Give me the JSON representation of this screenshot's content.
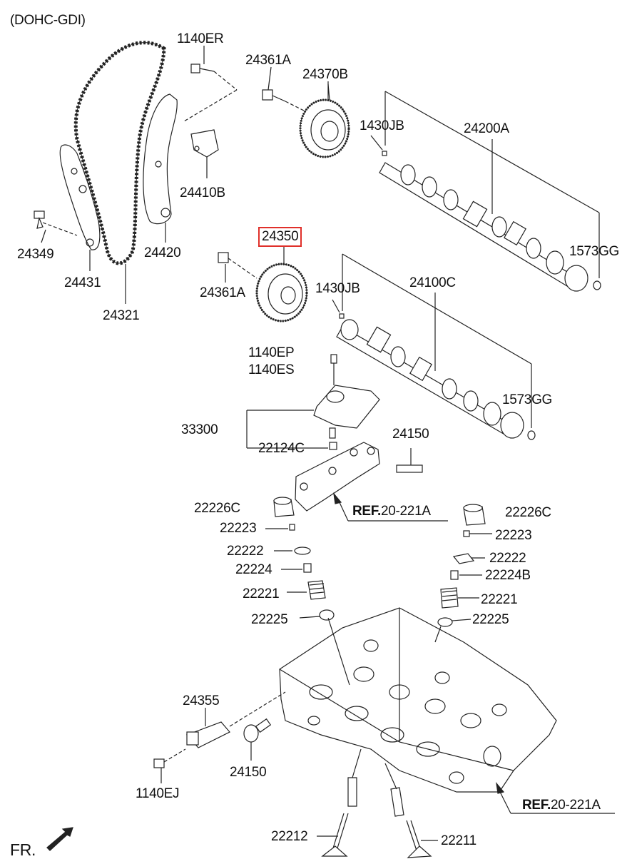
{
  "header": {
    "engine_note": "(DOHC-GDI)"
  },
  "footer": {
    "front_label": "FR."
  },
  "highlight_color": "#e0302a",
  "parts": {
    "p1140ER": "1140ER",
    "p24361A_top": "24361A",
    "p24370B": "24370B",
    "p1430JB_top": "1430JB",
    "p24200A": "24200A",
    "p24410B": "24410B",
    "p24349": "24349",
    "p24420": "24420",
    "p24431": "24431",
    "p24321": "24321",
    "p1573GG_top": "1573GG",
    "p24350": "24350",
    "p24361A_mid": "24361A",
    "p1430JB_mid": "1430JB",
    "p24100C": "24100C",
    "p1140EP": "1140EP",
    "p1140ES": "1140ES",
    "p1573GG_mid": "1573GG",
    "p33300": "33300",
    "p24150_top": "24150",
    "p22124C": "22124C",
    "p22226C_left": "22226C",
    "p22226C_right": "22226C",
    "ref_bold_1": "REF.",
    "ref_num_1": "20-221A",
    "p22223_left": "22223",
    "p22223_right": "22223",
    "p22222_left": "22222",
    "p22222_right": "22222",
    "p22224": "22224",
    "p22224B": "22224B",
    "p22221_left": "22221",
    "p22221_right": "22221",
    "p22225_left": "22225",
    "p22225_right": "22225",
    "p24355": "24355",
    "p24150_bottom": "24150",
    "p1140EJ": "1140EJ",
    "ref_bold_2": "REF.",
    "ref_num_2": "20-221A",
    "p22212": "22212",
    "p22211": "22211"
  }
}
